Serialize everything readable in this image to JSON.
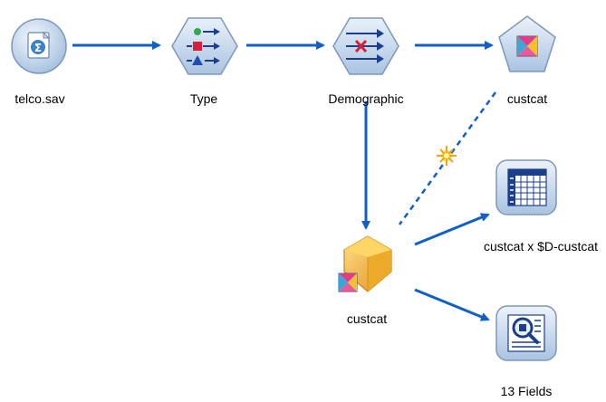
{
  "stream": {
    "nodes": {
      "telco": {
        "label": "telco.sav",
        "icon": "sigma-file-icon"
      },
      "type": {
        "label": "Type",
        "icon": "type-symbols-icon"
      },
      "demographic": {
        "label": "Demographic",
        "icon": "filter-arrows-icon"
      },
      "custcat_model": {
        "label": "custcat",
        "icon": "model-nugget-pentagon-icon"
      },
      "custcat_nugget": {
        "label": "custcat",
        "icon": "gold-gem-nugget-icon"
      },
      "matrix": {
        "label": "custcat x $D-custcat",
        "icon": "table-grid-icon"
      },
      "analysis": {
        "label": "13 Fields",
        "icon": "magnifier-report-icon"
      }
    },
    "links": [
      {
        "from": "telco.sav",
        "to": "Type",
        "style": "solid"
      },
      {
        "from": "Type",
        "to": "Demographic",
        "style": "solid"
      },
      {
        "from": "Demographic",
        "to": "custcat",
        "style": "solid"
      },
      {
        "from": "Demographic",
        "to": "custcat (nugget)",
        "style": "solid"
      },
      {
        "from": "custcat (model)",
        "to": "custcat (nugget)",
        "style": "dashed"
      },
      {
        "from": "custcat (nugget)",
        "to": "custcat x $D-custcat",
        "style": "solid"
      },
      {
        "from": "custcat (nugget)",
        "to": "13 Fields",
        "style": "solid"
      }
    ],
    "colors": {
      "link": "#1060c8",
      "node_fill": "#cfe0f2",
      "node_stroke": "#7e98b8",
      "gem": "#f2b030"
    }
  }
}
